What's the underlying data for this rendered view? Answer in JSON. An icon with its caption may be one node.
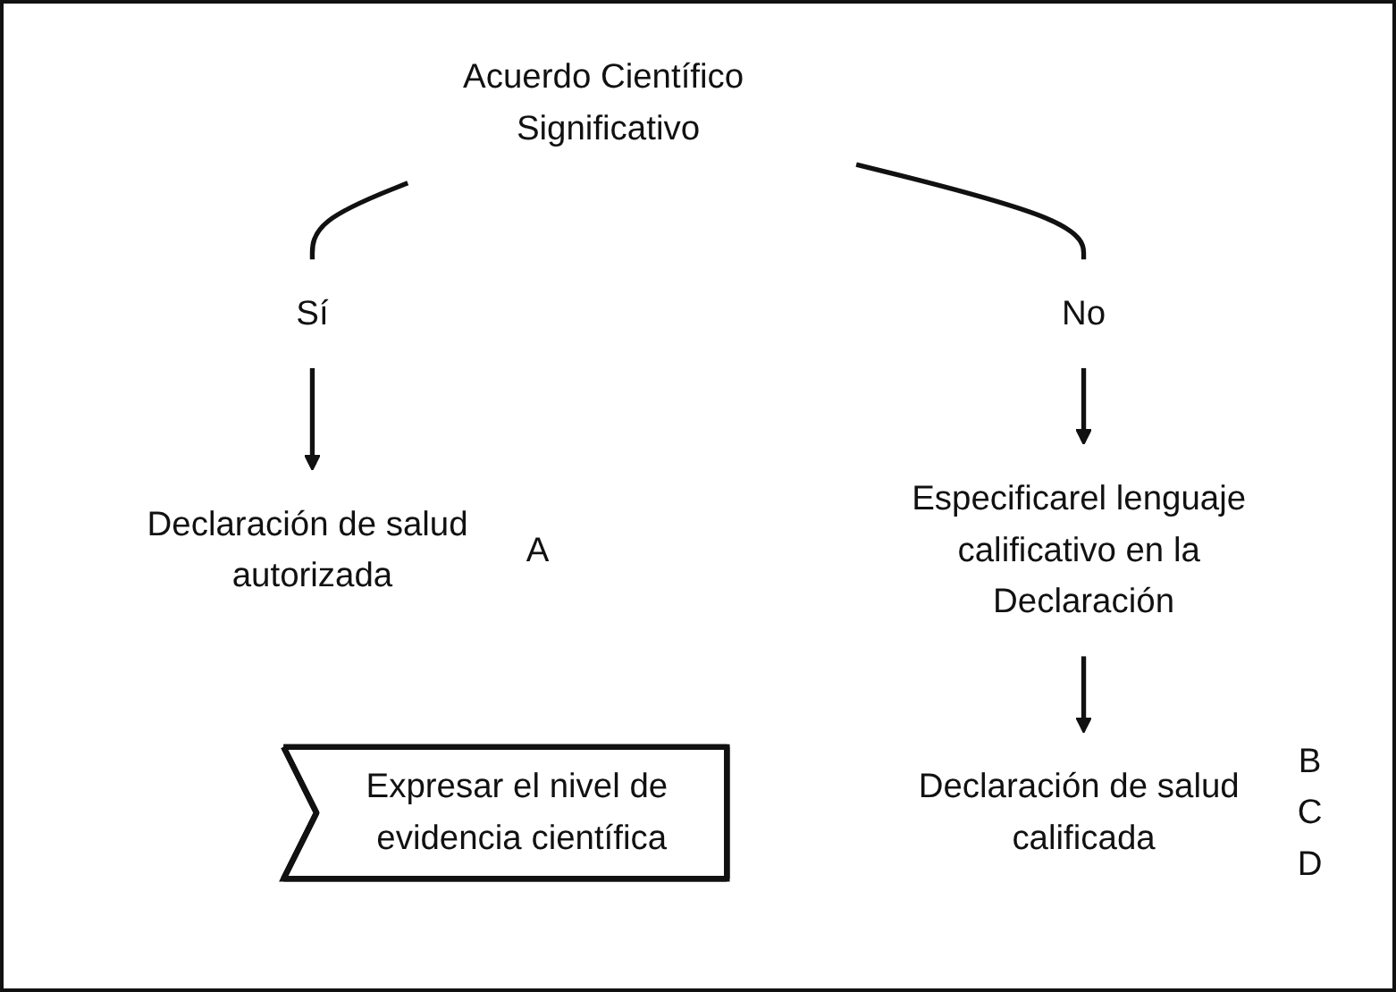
{
  "diagram": {
    "nodes": [
      {
        "text": [
          "Acuerdo Científico Significativo"
        ]
      },
      {
        "text": [
          "Sí"
        ]
      },
      {
        "text": [
          "No"
        ]
      },
      {
        "text": [
          "Declaración de salud autorizada"
        ],
        "beside": [
          "A"
        ]
      },
      {
        "text": [
          "Especificarel lenguaje calificativo en la Declaración"
        ]
      },
      {
        "text": [
          "Declaración de salud calificada"
        ],
        "beside": [
          "B",
          "C",
          "D"
        ]
      },
      {
        "text": [
          "Expresar el nivel de evidencia científica"
        ]
      }
    ],
    "edges": [
      {
        "from": 0,
        "to": 1,
        "arrow": "none"
      },
      {
        "from": 0,
        "to": 2,
        "arrow": "none"
      },
      {
        "from": 1,
        "to": 3,
        "arrow": "to"
      },
      {
        "from": 2,
        "to": 4,
        "arrow": "to"
      },
      {
        "from": 4,
        "to": 5,
        "arrow": "to"
      }
    ]
  }
}
